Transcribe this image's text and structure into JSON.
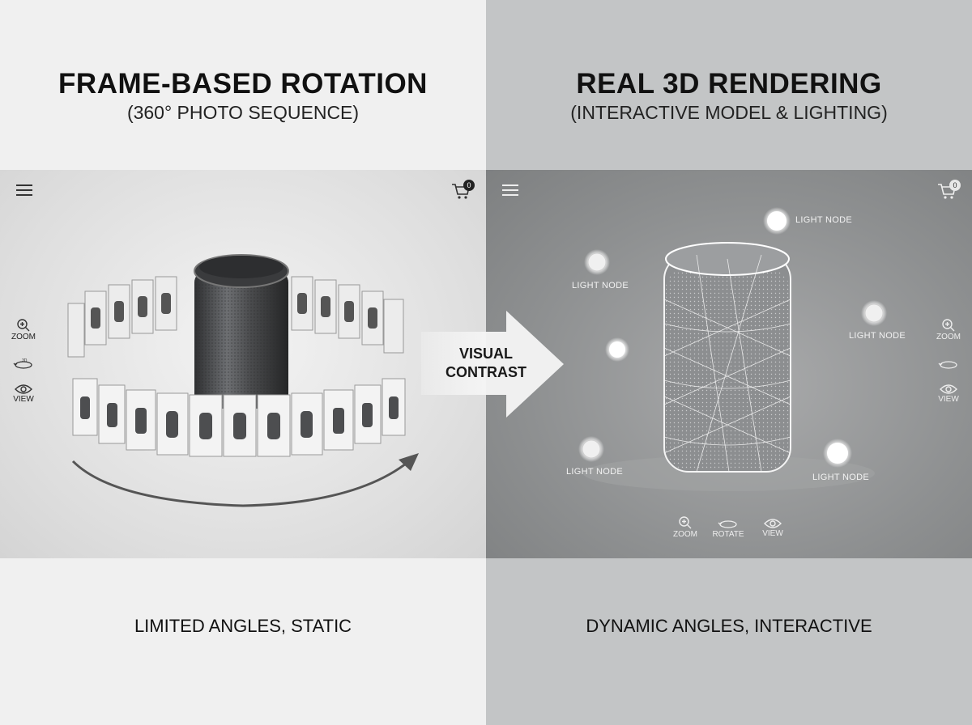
{
  "left": {
    "title": "FRAME-BASED ROTATION",
    "subtitle": "(360° PHOTO SEQUENCE)",
    "caption": "LIMITED ANGLES, STATIC",
    "cart_count": "0",
    "tools": [
      {
        "label": "ZOOM",
        "icon": "zoom-icon"
      },
      {
        "label": "",
        "icon": "rotate-icon"
      },
      {
        "label": "VIEW",
        "icon": "eye-icon"
      }
    ]
  },
  "center": {
    "arrow_label_line1": "VISUAL",
    "arrow_label_line2": "CONTRAST"
  },
  "right": {
    "title": "REAL 3D RENDERING",
    "subtitle": "(INTERACTIVE MODEL & LIGHTING)",
    "caption": "DYNAMIC ANGLES, INTERACTIVE",
    "cart_count": "0",
    "light_nodes": [
      "LIGHT NODE",
      "LIGHT NODE",
      "LIGHT NODE",
      "LIGHT NODE",
      "LIGHT NODE"
    ],
    "side_tools": [
      {
        "label": "ZOOM",
        "icon": "zoom-icon"
      },
      {
        "label": "",
        "icon": "rotate-icon"
      },
      {
        "label": "VIEW",
        "icon": "eye-icon"
      }
    ],
    "bottom_tools": [
      {
        "label": "ZOOM",
        "icon": "zoom-icon"
      },
      {
        "label": "ROTATE",
        "icon": "rotate-icon"
      },
      {
        "label": "VIEW",
        "icon": "eye-icon"
      }
    ]
  },
  "colors": {
    "left_bg": "#f0f0f0",
    "right_bg": "#c3c5c6",
    "speaker": "#4a4b4d",
    "wireframe": "#ffffff"
  }
}
